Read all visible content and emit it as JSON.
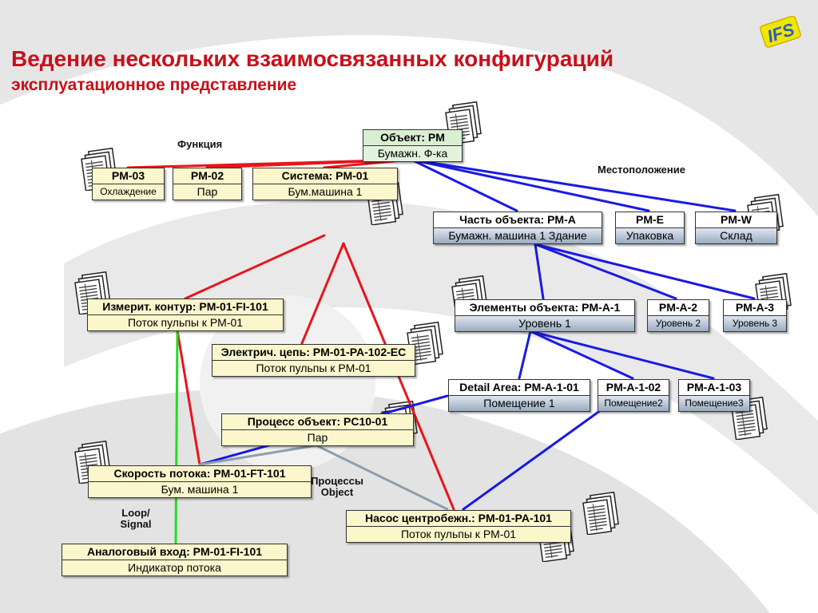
{
  "header": {
    "title": "Ведение нескольких взаимосвязанных конфигураций",
    "subtitle": "эксплуатационное представление",
    "logo_text": "IFS",
    "logo_color": "#f2e600"
  },
  "labels": {
    "function": "Функция",
    "location": "Местоположение",
    "processes": "Процессы",
    "object": "Object",
    "loop": "Loop/",
    "signal": "Signal"
  },
  "colors": {
    "red_link": "#e8141c",
    "blue_link": "#1a1ae0",
    "green_link": "#22dd22",
    "gray_link": "#8c9fb0",
    "title": "#c8101c"
  },
  "nodes": {
    "root": {
      "name": "Объект: PM",
      "desc": "Бумажн. Ф-ка"
    },
    "pm03": {
      "name": "PM-03",
      "desc": "Охлаждение"
    },
    "pm02": {
      "name": "PM-02",
      "desc": "Пар"
    },
    "pm01": {
      "name": "Система: PM-01",
      "desc": "Бум.машина 1"
    },
    "pma": {
      "name": "Часть объекта: PM-A",
      "desc": "Бумажн. машина 1 Здание"
    },
    "pme": {
      "name": "PM-E",
      "desc": "Упаковка"
    },
    "pmw": {
      "name": "PM-W",
      "desc": "Склад"
    },
    "pma1": {
      "name": "Элементы объекта: PM-A-1",
      "desc": "Уровень 1"
    },
    "pma2": {
      "name": "PM-A-2",
      "desc": "Уровень 2"
    },
    "pma3": {
      "name": "PM-A-3",
      "desc": "Уровень 3"
    },
    "pma101": {
      "name": "Detail Area: PM-A-1-01",
      "desc": "Помещение 1"
    },
    "pma102": {
      "name": "PM-A-1-02",
      "desc": "Помещение2"
    },
    "pma103": {
      "name": "PM-A-1-03",
      "desc": "Помещение3"
    },
    "fi101": {
      "name": "Измерит. контур: PM-01-FI-101",
      "desc": "Поток пульпы к PM-01"
    },
    "pa102": {
      "name": "Электрич. цепь: PM-01-PA-102-EC",
      "desc": "Поток пульпы к PM-01"
    },
    "pc1001": {
      "name": "Процесс объект: PC10-01",
      "desc": "Пар"
    },
    "ft101": {
      "name": "Скорость потока: PM-01-FT-101",
      "desc": "Бум. машина 1"
    },
    "pa101": {
      "name": "Насос центробежн.: PM-01-PA-101",
      "desc": "Поток пульпы к PM-01"
    },
    "ai101": {
      "name": "Аналоговый вход: PM-01-FI-101",
      "desc": "Индикатор потока"
    }
  }
}
